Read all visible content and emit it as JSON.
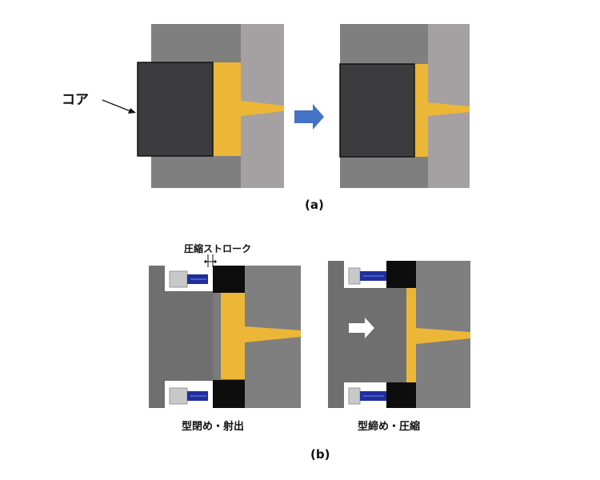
{
  "labels": {
    "core": "コア",
    "caption_a": "(a)",
    "stroke": "圧縮ストローク",
    "step1": "型閉め・射出",
    "step2": "型締め・圧縮",
    "caption_b": "(b)"
  },
  "colors": {
    "mold_dark": "#7f7f7f",
    "mold_light": "#a5a1a3",
    "core": "#3c3c3e",
    "resin": "#ecb637",
    "arrow_blue": "#4472c4",
    "rod_blue": "#1f2f9e",
    "block_black": "#0d0d0d",
    "cylinder_gray": "#c8c8c8",
    "mold_b": "#6f6f6f"
  },
  "icons": {
    "process_arrow": "right-arrow-icon",
    "motion_arrow": "white-right-arrow-icon"
  }
}
